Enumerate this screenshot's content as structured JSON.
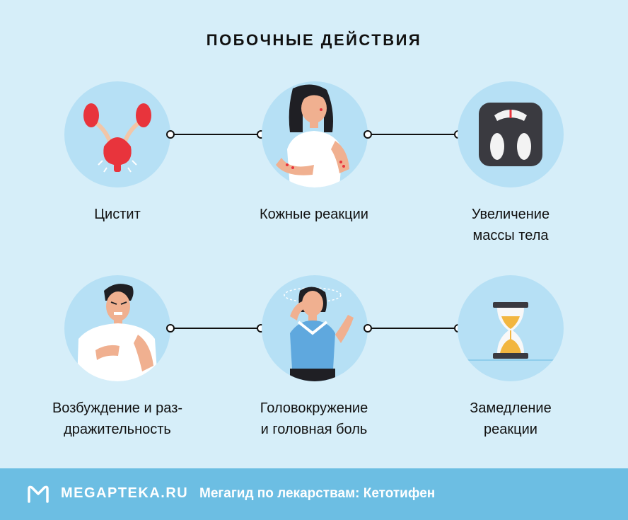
{
  "title": "ПОБОЧНЫЕ ДЕЙСТВИЯ",
  "items": [
    {
      "label": "Цистит",
      "icon": "bladder-kidneys-icon"
    },
    {
      "label": "Кожные реакции",
      "icon": "skin-rash-person-icon"
    },
    {
      "label_line1": "Увеличение",
      "label_line2": "массы тела",
      "icon": "weight-scale-icon"
    },
    {
      "label_line1": "Возбуждение и раз-",
      "label_line2": "дражительность",
      "icon": "agitated-man-icon"
    },
    {
      "label_line1": "Головокружение",
      "label_line2": "и головная боль",
      "icon": "dizzy-woman-icon"
    },
    {
      "label_line1": "Замедление",
      "label_line2": "реакции",
      "icon": "hourglass-icon"
    }
  ],
  "footer": {
    "brand": "MEGAPTEKA.RU",
    "tagline": "Мегагид по лекарствам: Кетотифен"
  },
  "colors": {
    "background": "#d6eef9",
    "circle": "#b6e0f5",
    "footer": "#6cbee3",
    "organ_red": "#e8343c"
  }
}
